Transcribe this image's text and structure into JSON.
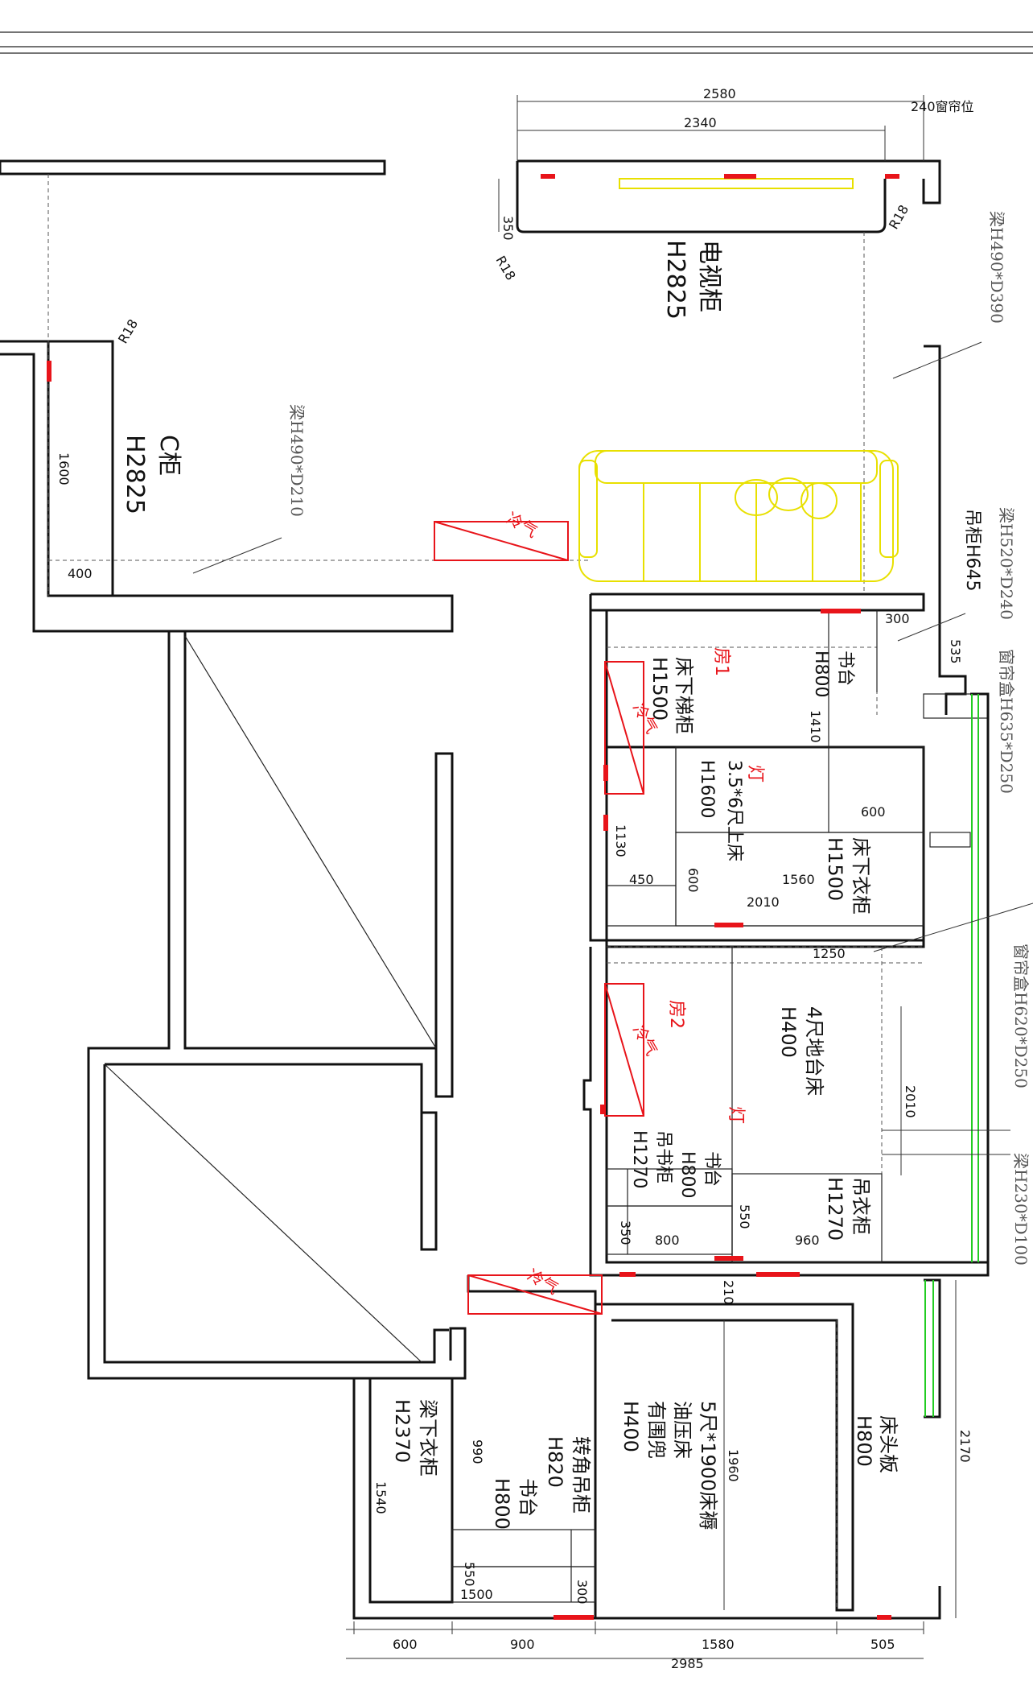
{
  "labels": {
    "tv_cabinet": "电视柜",
    "tv_h": "H2825",
    "c_cabinet": "C柜",
    "c_h": "H2825",
    "room1": "房1",
    "room2": "房2",
    "desk1": "书台",
    "desk1_h": "H800",
    "stair_cab": "床下梯柜",
    "stair_h": "H1500",
    "bunk_bed": "3.5*6尺上床",
    "bunk_h": "H1600",
    "under_wardrobe1": "床下衣柜",
    "under_wardrobe1_h": "H1500",
    "tatami_bed": "4尺地台床",
    "tatami_h": "H400",
    "desk2": "书台",
    "desk2_h": "H800",
    "hanging_bookcase": "吊书柜",
    "hanging_bookcase_h": "H1270",
    "hanging_wardrobe": "吊衣柜",
    "hanging_wardrobe_h": "H1270",
    "master_bed_1": "5尺*1900床褥",
    "master_bed_2": "油压床",
    "master_bed_3": "有围兜",
    "master_bed_4": "H400",
    "headboard": "床头板",
    "headboard_h": "H800",
    "corner_cab": "转角吊柜",
    "corner_cab_h": "H820",
    "desk3": "书台",
    "desk3_h": "H800",
    "beam_wardrobe": "梁下衣柜",
    "beam_wardrobe_h": "H2370",
    "hanging_cab": "吊柜H645",
    "light": "灯",
    "ac": "冷气"
  },
  "beams": {
    "b1": "梁H490*D390",
    "b2": "梁H490*D210",
    "b3": "梁H520*D240",
    "b4": "窗帘盒H635*D250",
    "b5": "窗帘盒H620*D250",
    "b6": "梁H230*D100"
  },
  "dims": {
    "top_total": "2580",
    "top_inner": "2340",
    "curtain": "240窗帘位",
    "d350": "350",
    "r18a": "R18",
    "r18b": "R18",
    "r18c": "R18",
    "d1600": "1600",
    "d400": "400",
    "d300": "300",
    "d535": "535",
    "d1410": "1410",
    "d600a": "600",
    "d1130": "1130",
    "d450": "450",
    "d600b": "600",
    "d1560": "1560",
    "d2010a": "2010",
    "d1250": "1250",
    "d2010b": "2010",
    "d550a": "550",
    "d350b": "350",
    "d800": "800",
    "d960": "960",
    "d210": "210",
    "d1960": "1960",
    "d2170": "2170",
    "d990": "990",
    "d1540": "1540",
    "d550b": "550",
    "d1500": "1500",
    "d300b": "300",
    "b600": "600",
    "b900": "900",
    "b1580": "1580",
    "b505": "505",
    "b2985": "2985"
  },
  "colors": {
    "wall": "#111111",
    "accent_red": "#e8141a",
    "sofa": "#e8e000",
    "window": "#22cc22"
  }
}
